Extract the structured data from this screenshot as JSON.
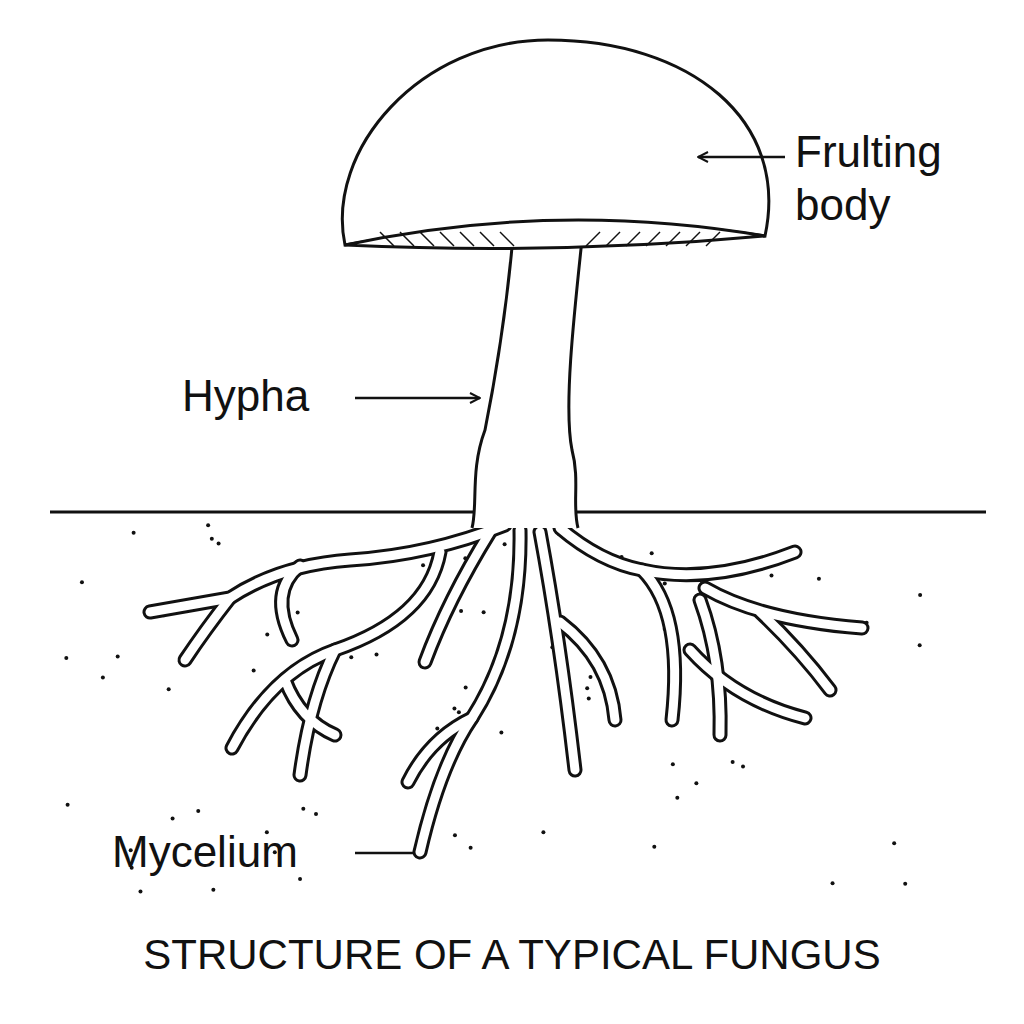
{
  "diagram": {
    "title": "STRUCTURE OF A TYPICAL FUNGUS",
    "labels": [
      "Frulting body",
      "Hypha",
      "Mycelium"
    ]
  }
}
